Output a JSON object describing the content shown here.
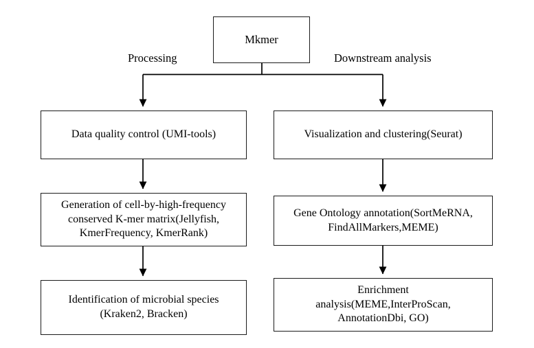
{
  "diagram": {
    "title_node": {
      "id": "root",
      "label": "Mkmer"
    },
    "edge_labels": {
      "left_branch": "Processing",
      "right_branch": "Downstream analysis"
    },
    "branches": [
      {
        "name": "processing",
        "label": "Processing",
        "steps": [
          {
            "id": "left-1",
            "label": "Data quality control (UMI-tools)"
          },
          {
            "id": "left-2",
            "label": "Generation of cell-by-high-frequency\nconserved K-mer matrix(Jellyfish,\nKmerFrequency, KmerRank)"
          },
          {
            "id": "left-3",
            "label": "Identification of microbial species\n(Kraken2, Bracken)"
          }
        ]
      },
      {
        "name": "downstream_analysis",
        "label": "Downstream analysis",
        "steps": [
          {
            "id": "right-1",
            "label": "Visualization and clustering(Seurat)"
          },
          {
            "id": "right-2",
            "label": "Gene Ontology annotation(SortMeRNA,\nFindAllMarkers,MEME)"
          },
          {
            "id": "right-3",
            "label": "Enrichment\nanalysis(MEME,InterProScan,\nAnnotationDbi, GO)"
          }
        ]
      }
    ],
    "colors": {
      "background": "#ffffff",
      "box_border": "#1a1a1a",
      "text": "#000000",
      "connector": "#000000"
    }
  }
}
